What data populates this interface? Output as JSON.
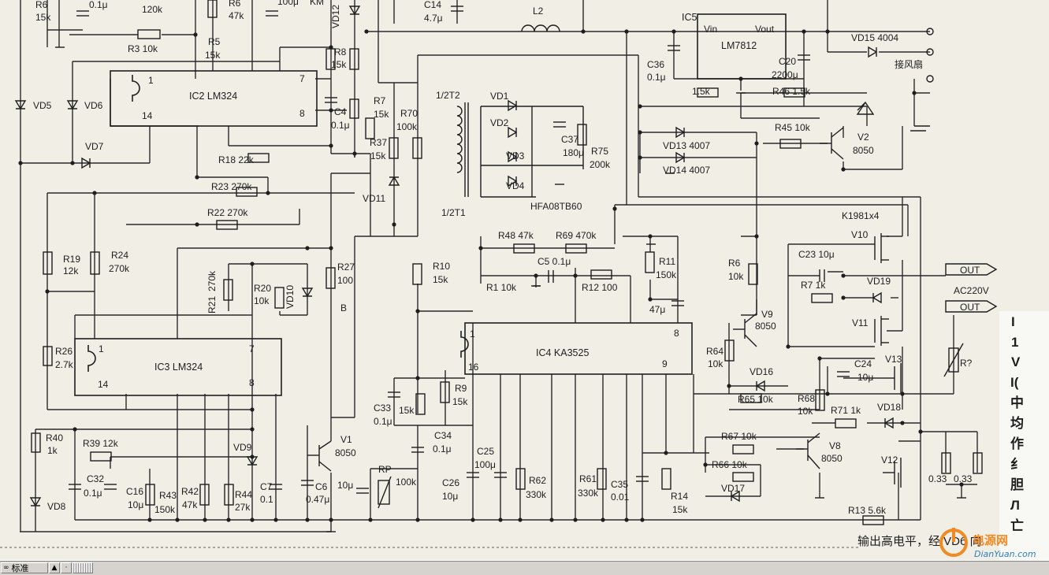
{
  "statusbar": {
    "mode_label": "标准",
    "mode_glyph": "∞",
    "btn_up_glyph": "▲",
    "btn_mid_glyph": "·"
  },
  "watermark": {
    "brand": "电源网",
    "url": "DianYuan.com"
  },
  "ics": {
    "ic2": "IC2  LM324",
    "ic3": "IC3  LM324",
    "ic4": "IC4  KA3525",
    "ic5": "IC5",
    "lm7812": "LM7812",
    "vin": "Vin",
    "vout": "Vout"
  },
  "pins": {
    "ic2_1": "1",
    "ic2_14": "14",
    "ic2_7": "7",
    "ic2_8": "8",
    "ic3_1": "1",
    "ic3_14": "14",
    "ic3_7": "7",
    "ic3_8": "8",
    "ic4_1": "1",
    "ic4_16": "16",
    "ic4_8": "8",
    "ic4_9": "9"
  },
  "labels": {
    "r6a": "R6",
    "r6a_v": "15k",
    "c_top": "0.1μ",
    "v120k": "120k",
    "r6b": "R6",
    "r6b_v": "47k",
    "v100u": "100μ",
    "km": "KM",
    "r3": "R3  10k",
    "r5": "R5",
    "r5_v": "15k",
    "vd12": "VD12",
    "r8": "R8",
    "r8_v": "15k",
    "c4": "C4",
    "c4_v": "0.1μ",
    "vd5": "VD5",
    "vd6": "VD6",
    "vd7": "VD7",
    "r18": "R18  22k",
    "r23": "R23  270k",
    "r22": "R22  270k",
    "r19": "R19",
    "r19_v": "12k",
    "r24": "R24",
    "r24_v": "270k",
    "r21": "R21",
    "r21_v": "270k",
    "r20": "R20",
    "r20_v": "10k",
    "vd10": "VD10",
    "r27": "R27",
    "r27_v": "100",
    "b": "B",
    "r26": "R26",
    "r26_v": "2.7k",
    "r40": "R40",
    "r40_v": "1k",
    "vd8": "VD8",
    "r39": "R39  12k",
    "vd9": "VD9",
    "c32": "C32",
    "c32_v": "0.1μ",
    "c16": "C16",
    "c16_v": "10μ",
    "r43": "R43",
    "r43_v": "150k",
    "r42": "R42",
    "r42_v": "47k",
    "r44": "R44",
    "r44_v": "27k",
    "c7": "C7",
    "c7_v": "0.1",
    "c6": "C6",
    "c6_v": "0.47μ",
    "v1": "V1",
    "v1_v": "8050",
    "c14": "C14",
    "c14_v": "4.7μ",
    "l2": "L2",
    "r7": "R7",
    "r7_v": "15k",
    "r70": "R70",
    "r70_v": "100k",
    "r37": "R37",
    "r37_v": "15k",
    "vd11": "VD11",
    "t2": "1/2T2",
    "t1": "1/2T1",
    "vd1": "VD1",
    "vd2": "VD2",
    "vd3": "VD3",
    "vd4": "VD4",
    "c37": "C37",
    "c37_v": "180μ",
    "r75": "R75",
    "r75_v": "200k",
    "hfa": "HFA08TB60",
    "c36": "C36",
    "c36_v": "0.1μ",
    "c20": "C20",
    "c20_v": "2200μ",
    "vd15": "VD15  4004",
    "fan": "接风扇",
    "r_1k5": "1.5k",
    "r46": "R46  1.5k",
    "r45": "R45  10k",
    "vd13": "VD13  4007",
    "vd14": "VD14  4007",
    "v2": "V2",
    "v2_v": "8050",
    "r48": "R48  47k",
    "r69": "R69  470k",
    "c5": "C5  0.1μ",
    "r1": "R1  10k",
    "r12": "R12  100",
    "r10": "R10",
    "r10_v": "15k",
    "r11": "R11",
    "r11_v": "150k",
    "c_47u": "47μ",
    "r9": "R9",
    "r9_v": "15k",
    "c33": "C33",
    "c33_v": "0.1μ",
    "v15k": "15k",
    "c34": "C34",
    "c34_v": "0.1μ",
    "c25": "C25",
    "c25_v": "100μ",
    "c26": "C26",
    "c26_v": "10μ",
    "rp": "RP",
    "rp_v": "100k",
    "v10u": "10μ",
    "r62": "R62",
    "r62_v": "330k",
    "r61": "R61",
    "r61_v": "330k",
    "c35": "C35",
    "c35_v": "0.01",
    "r14": "R14",
    "r14_v": "15k",
    "k1981": "K1981x4",
    "v10": "V10",
    "c23": "C23  10μ",
    "r6c": "R6",
    "r6c_v": "10k",
    "r7b": "R7  1k",
    "vd19": "VD19",
    "v11": "V11",
    "v9": "V9",
    "v9_v": "8050",
    "r64": "R64",
    "r64_v": "10k",
    "vd16": "VD16",
    "r65": "R65  10k",
    "c24": "C24",
    "c24_v": "10μ",
    "v13": "V13",
    "r_q": "R?",
    "r68": "R68",
    "r68_v": "10k",
    "r71": "R71  1k",
    "vd18": "VD18",
    "r67": "R67  10k",
    "r66": "R66  10k",
    "vd17": "VD17",
    "v8": "V8",
    "v8_v": "8050",
    "v12": "V12",
    "r13": "R13  5.6k",
    "r033a": "0.33",
    "r033b": "0.33",
    "out1": "OUT",
    "out2": "OUT",
    "ac": "AC220V",
    "caption": "输出高电平，经 VD6 向"
  },
  "bleed_text": [
    "I",
    "1",
    "V",
    "I(",
    "中",
    "均",
    "作",
    "纟",
    "胆",
    "Л",
    "亡"
  ]
}
